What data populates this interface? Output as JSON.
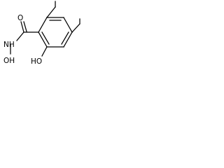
{
  "molecule": {
    "labels": {
      "oxygen_carbonyl": "O",
      "nitrogen": "NH",
      "hydroxylamine_oxygen": "OH",
      "phenol_hydroxyl": "HO"
    }
  }
}
